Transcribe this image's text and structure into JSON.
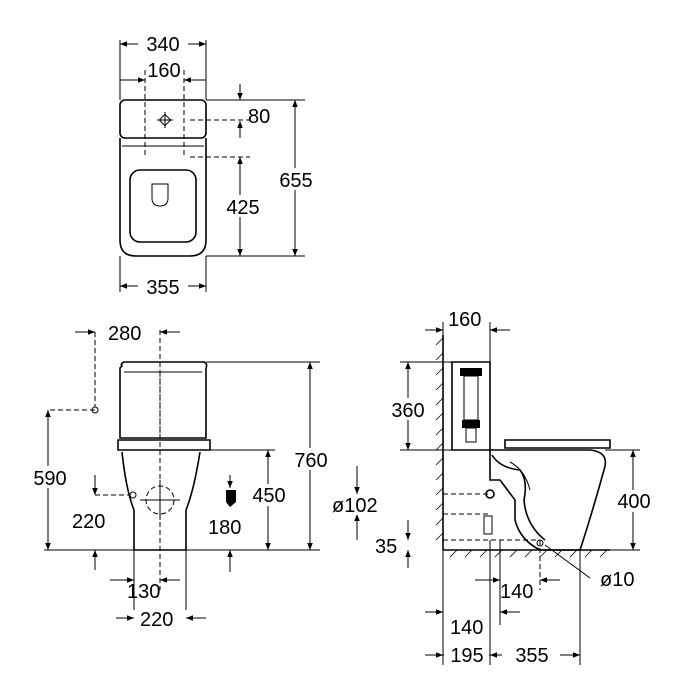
{
  "top_view": {
    "width_top": "340",
    "inlet_spacing": "160",
    "tank_depth": "80",
    "bowl_length": "425",
    "total_depth": "655",
    "width_bottom": "355"
  },
  "front_view": {
    "wall_offset": "280",
    "total_height": "760",
    "inlet_height": "590",
    "bowl_height": "450",
    "outlet_height": "220",
    "outlet_offset": "180",
    "base_offset": "130",
    "base_width": "220"
  },
  "side_view": {
    "tank_depth": "160",
    "tank_height": "360",
    "seat_height": "400",
    "outlet_diameter": "ø102",
    "outlet_floor": "35",
    "fix_offset": "140",
    "fix_diameter": "ø10",
    "fix_wall": "140",
    "wall_to_axis": "195",
    "axis_to_front": "355"
  }
}
